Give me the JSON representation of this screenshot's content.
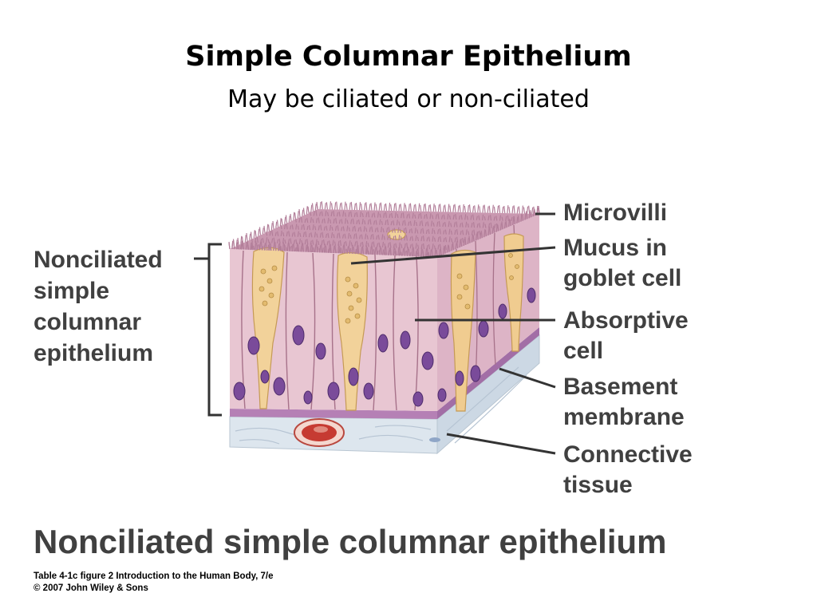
{
  "slide": {
    "title": "Simple Columnar Epithelium",
    "subtitle": "May be ciliated or non-ciliated"
  },
  "figure": {
    "left_label": [
      "Noncil​iated",
      "simple",
      "columnar",
      "epithelium"
    ],
    "callouts": {
      "microvilli": [
        "Microvilli"
      ],
      "mucus": [
        "Mucus in",
        "goblet cell"
      ],
      "absorptive": [
        "Absorptive",
        "cell"
      ],
      "basement": [
        "Basement",
        "membrane"
      ],
      "connective": [
        "Connective",
        "tissue"
      ]
    },
    "caption": "Nonciliated simple columnar epithelium",
    "credit_line_1": "Table 4-1c figure 2  Introduction to the Human Body, 7/e",
    "credit_line_2": "© 2007 John Wiley & Sons"
  },
  "colors": {
    "cell_pink": "#e8c6d2",
    "cell_outline": "#a7728a",
    "goblet_tan": "#f2d29a",
    "nucleus_purple": "#7a4b9a",
    "basement_purple": "#b580b5",
    "connective_blue": "#dde6ee",
    "label_gray": "#404040"
  }
}
